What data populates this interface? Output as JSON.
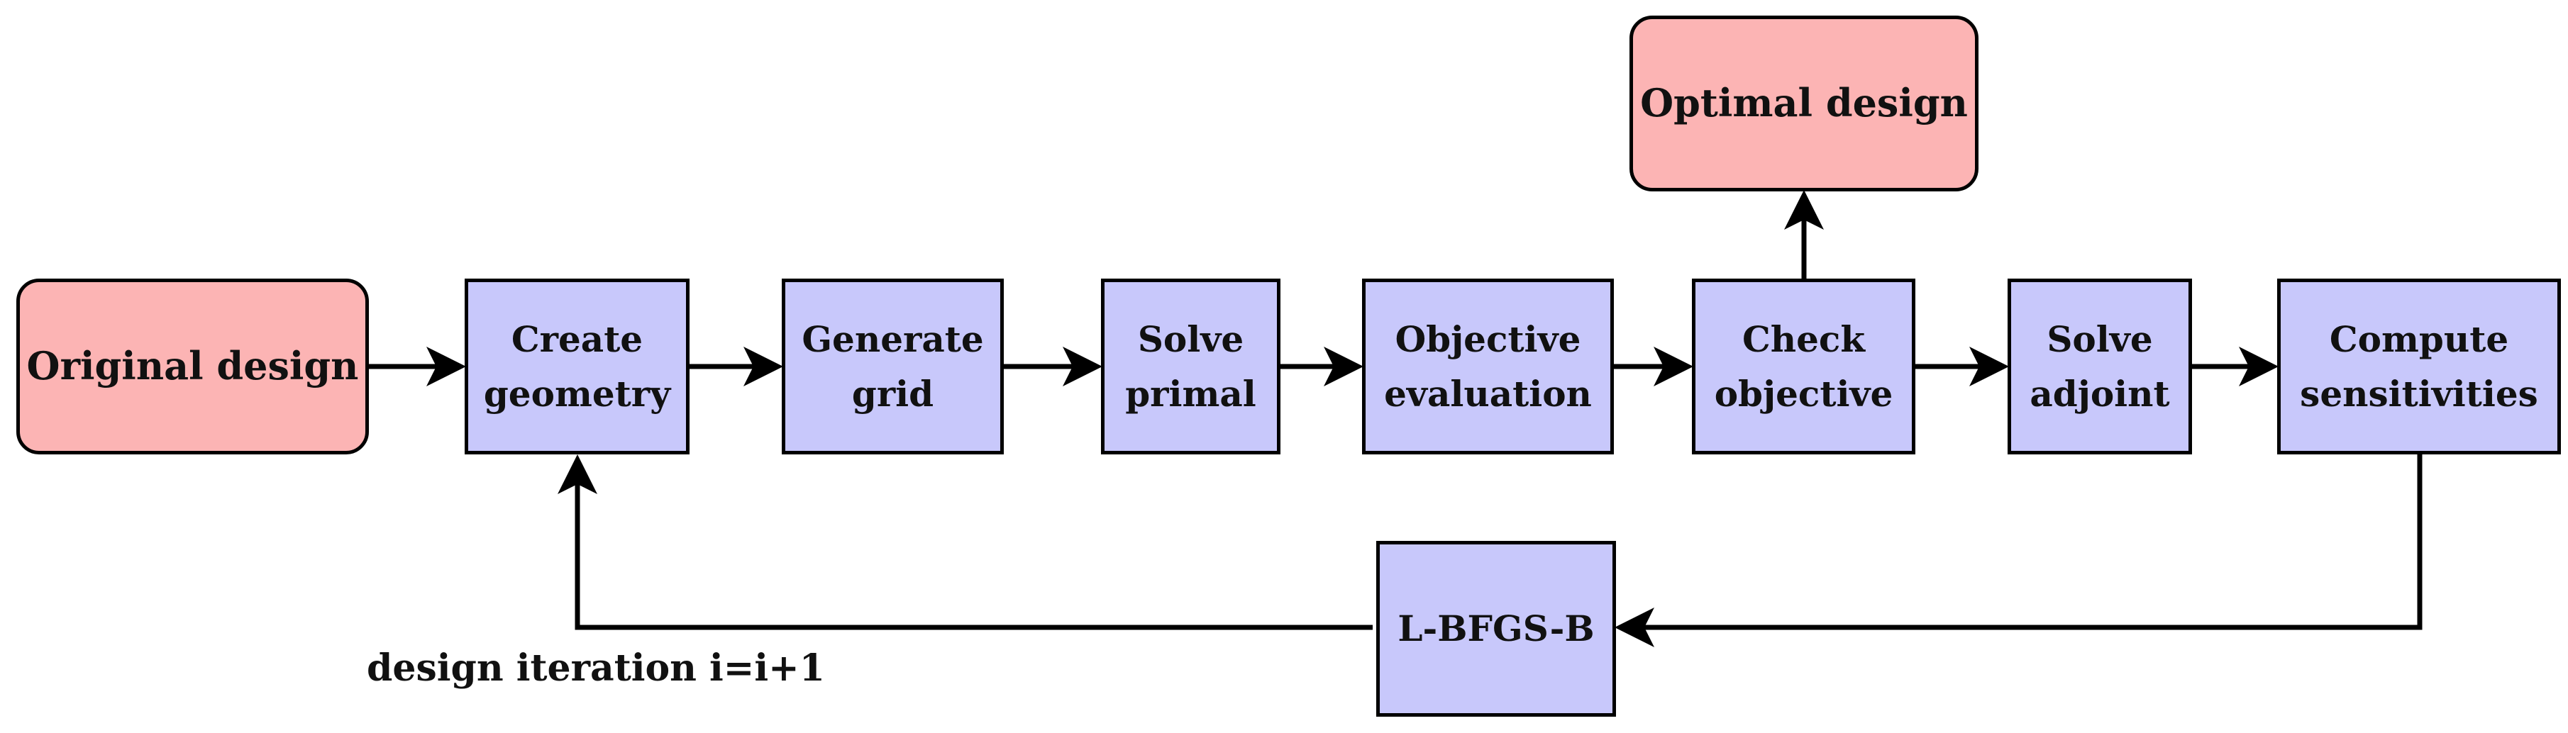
{
  "diagram": {
    "nodes": {
      "original_design": {
        "lines": [
          "Original design"
        ]
      },
      "create_geometry": {
        "lines": [
          "Create",
          "geometry"
        ]
      },
      "generate_grid": {
        "lines": [
          "Generate",
          "grid"
        ]
      },
      "solve_primal": {
        "lines": [
          "Solve",
          "primal"
        ]
      },
      "objective_evaluation": {
        "lines": [
          "Objective",
          "evaluation"
        ]
      },
      "check_objective": {
        "lines": [
          "Check",
          "objective"
        ]
      },
      "solve_adjoint": {
        "lines": [
          "Solve",
          "adjoint"
        ]
      },
      "compute_sensitivities": {
        "lines": [
          "Compute",
          "sensitivities"
        ]
      },
      "optimal_design": {
        "lines": [
          "Optimal design"
        ]
      },
      "lbfgsb": {
        "lines": [
          "L-BFGS-B"
        ]
      }
    },
    "loop_label": "design iteration i=i+1",
    "colors": {
      "process_fill": "#c8c8fb",
      "terminal_fill": "#fcb4b4",
      "stroke": "#000000"
    }
  }
}
